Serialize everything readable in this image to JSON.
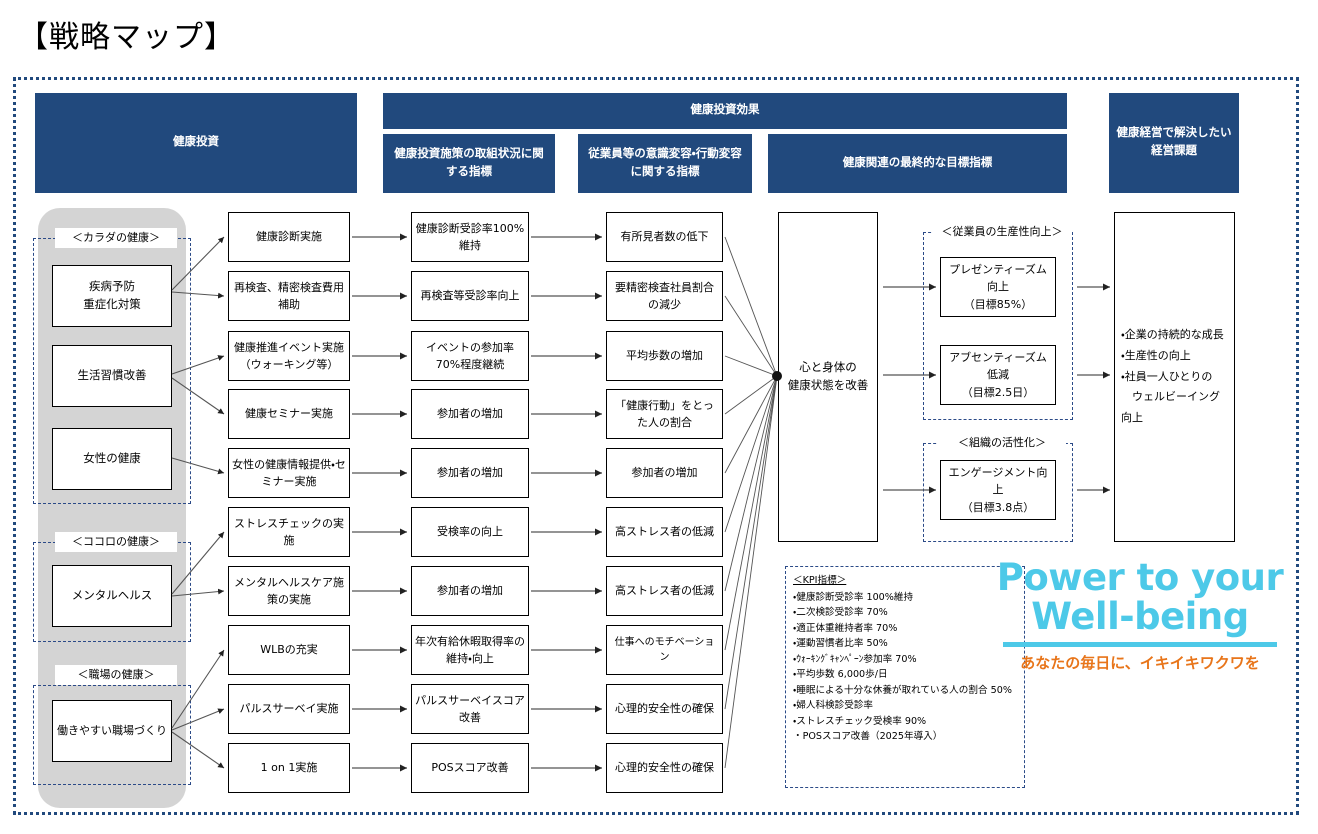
{
  "page": {
    "title": "【戦略マップ】"
  },
  "headers": {
    "investment": "健康投資",
    "effect": "健康投資効果",
    "sub_implementation": "健康投資施策の取組状況に関する指標",
    "sub_awareness": "従業員等の意識変容・行動変容に関する指標",
    "sub_final": "健康関連の最終的な目標指標",
    "issue": "健康経営で解決したい経営課題"
  },
  "groups": [
    {
      "label": "＜カラダの健康＞"
    },
    {
      "label": "＜ココロの健康＞"
    },
    {
      "label": "＜職場の健康＞"
    },
    {
      "label": "＜従業員の生産性向上＞"
    },
    {
      "label": "＜組織の活性化＞"
    }
  ],
  "objectives": [
    {
      "label": "疾病予防\n重症化対策"
    },
    {
      "label": "生活習慣改善"
    },
    {
      "label": "女性の健康"
    },
    {
      "label": "メンタルヘルス"
    },
    {
      "label": "働きやすい職場づくり"
    }
  ],
  "measures": [
    {
      "label": "健康診断実施"
    },
    {
      "label": "再検査、精密検査費用補助"
    },
    {
      "label": "健康推進イベント実施（ウォーキング等）"
    },
    {
      "label": "健康セミナー実施"
    },
    {
      "label": "女性の健康情報提供・セミナー実施"
    },
    {
      "label": "ストレスチェックの実施"
    },
    {
      "label": "メンタルヘルスケア施策の実施"
    },
    {
      "label": "WLBの充実"
    },
    {
      "label": "パルスサーベイ実施"
    },
    {
      "label": "1 on 1実施"
    }
  ],
  "implementation_indicators": [
    {
      "label": "健康診断受診率100%維持"
    },
    {
      "label": "再検査等受診率向上"
    },
    {
      "label": "イベントの参加率70%程度継続"
    },
    {
      "label": "参加者の増加"
    },
    {
      "label": "参加者の増加"
    },
    {
      "label": "受検率の向上"
    },
    {
      "label": "参加者の増加"
    },
    {
      "label": "年次有給休暇取得率の維持・向上"
    },
    {
      "label": "パルスサーベイスコア改善"
    },
    {
      "label": "POSスコア改善"
    }
  ],
  "behavior_indicators": [
    {
      "label": "有所見者数の低下"
    },
    {
      "label": "要精密検査社員割合の減少"
    },
    {
      "label": "平均歩数の増加"
    },
    {
      "label": "「健康行動」をとった人の割合"
    },
    {
      "label": "参加者の増加"
    },
    {
      "label": "高ストレス者の低減"
    },
    {
      "label": "高ストレス者の低減"
    },
    {
      "label": "仕事へのモチベーション"
    },
    {
      "label": "心理的安全性の確保"
    },
    {
      "label": "心理的安全性の確保"
    }
  ],
  "center": {
    "label": "心と身体の\n健康状態を改善"
  },
  "outcomes": [
    {
      "label": "プレゼンティーズム向上\n（目標85%）"
    },
    {
      "label": "アブセンティーズム低減\n（目標2.5日）"
    },
    {
      "label": "エンゲージメント向上\n（目標3.8点）"
    }
  ],
  "issues": [
    "・企業の持続的な成長",
    "・生産性の向上",
    "・社員一人ひとりの\n　ウェルビーイング向上"
  ],
  "kpi": {
    "title": "＜KPI指標＞",
    "items": [
      "・健康診断受診率 100%維持",
      "・二次検診受診率 70%",
      "・適正体重維持者率 70%",
      "・運動習慣者比率 50%",
      "・ｳｫｰｷﾝｸﾞｷｬﾝﾍﾟｰﾝ参加率 70%",
      "・平均歩数 6,000歩/日",
      "・睡眠による十分な休養が取れている人の割合 50%",
      "・婦人科検診受診率",
      "・ストレスチェック受検率 90%",
      "・POSスコア改善（2025年導入）"
    ]
  },
  "logo": {
    "line1": "Power to your",
    "line2": "Well-being",
    "tagline": "あなたの毎日に、イキイキワクワを",
    "accent_color": "#4DC9E8",
    "tagline_color": "#E8751A"
  },
  "colors": {
    "header_blue": "#21497D",
    "grey_panel": "#D4D4D4",
    "dashed_border": "#2B4A87"
  }
}
